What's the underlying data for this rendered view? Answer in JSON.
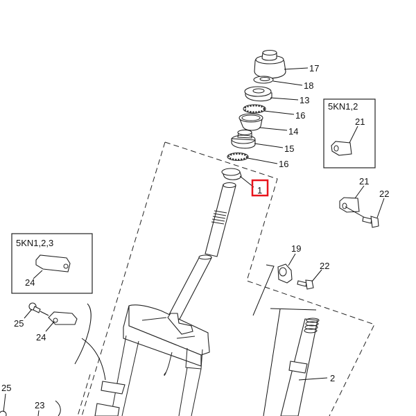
{
  "diagram": {
    "type": "exploded-parts-diagram",
    "callouts": [
      {
        "id": "17",
        "label": "17"
      },
      {
        "id": "18",
        "label": "18"
      },
      {
        "id": "13",
        "label": "13"
      },
      {
        "id": "16a",
        "label": "16"
      },
      {
        "id": "14",
        "label": "14"
      },
      {
        "id": "15",
        "label": "15"
      },
      {
        "id": "16b",
        "label": "16"
      },
      {
        "id": "1",
        "label": "1"
      },
      {
        "id": "21a",
        "label": "21"
      },
      {
        "id": "21b",
        "label": "21"
      },
      {
        "id": "22a",
        "label": "22"
      },
      {
        "id": "19",
        "label": "19"
      },
      {
        "id": "22b",
        "label": "22"
      },
      {
        "id": "24a",
        "label": "24"
      },
      {
        "id": "25a",
        "label": "25"
      },
      {
        "id": "24b",
        "label": "24"
      },
      {
        "id": "25b",
        "label": "25"
      },
      {
        "id": "23",
        "label": "23"
      },
      {
        "id": "2",
        "label": "2"
      }
    ],
    "insets": [
      {
        "id": "inset-5kn12",
        "title": "5KN1,2"
      },
      {
        "id": "inset-5kn123",
        "title": "5KN1,2,3"
      }
    ],
    "selection": {
      "target": "1",
      "color": "#e8141c"
    }
  }
}
